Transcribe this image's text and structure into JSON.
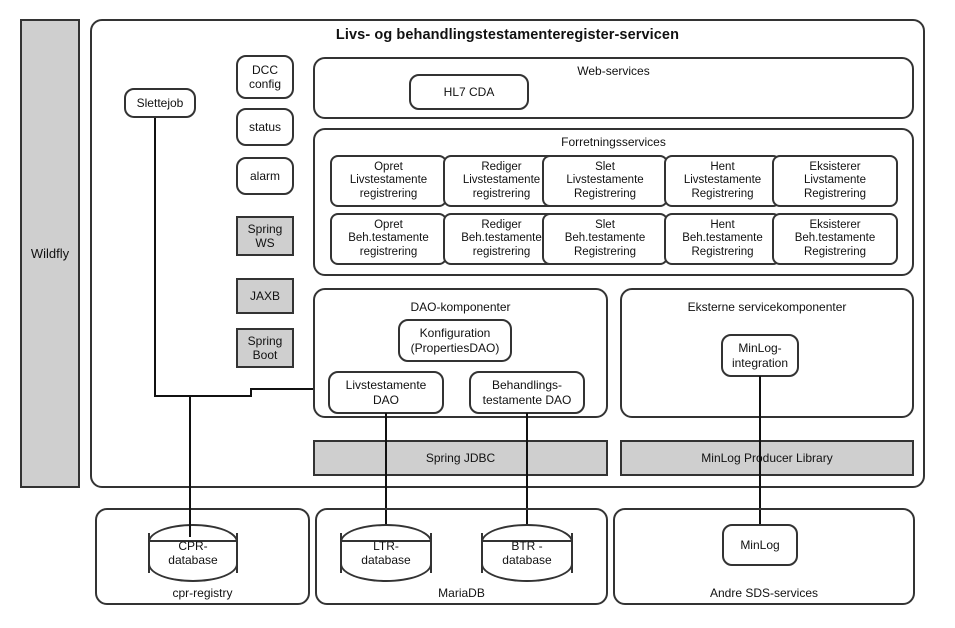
{
  "diagram": {
    "title": "Livs- og behandlingstestamenteregister-servicen",
    "platform_label": "Wildfly"
  },
  "sidecomponents": [
    {
      "label": "Slettejob",
      "style": "white"
    },
    {
      "label": "DCC\nconfig",
      "style": "white"
    },
    {
      "label": "status",
      "style": "white"
    },
    {
      "label": "alarm",
      "style": "white"
    },
    {
      "label": "Spring\nWS",
      "style": "grey"
    },
    {
      "label": "JAXB",
      "style": "grey"
    },
    {
      "label": "Spring\nBoot",
      "style": "grey"
    }
  ],
  "webservices": {
    "group_title": "Web-services",
    "items": [
      {
        "label": "HL7 CDA"
      }
    ]
  },
  "forretningsservices": {
    "group_title": "Forretningsservices",
    "row1": [
      {
        "label": "Opret\nLivstestamente\nregistrering"
      },
      {
        "label": "Rediger\nLivstestamente\nregistrering"
      },
      {
        "label": "Slet\nLivstestamente\nRegistrering"
      },
      {
        "label": "Hent\nLivstestamente\nRegistrering"
      },
      {
        "label": "Eksisterer\nLivstamente\nRegistrering"
      }
    ],
    "row2": [
      {
        "label": "Opret\nBeh.testamente\nregistrering"
      },
      {
        "label": "Rediger\nBeh.testamente\nregistrering"
      },
      {
        "label": "Slet\nBeh.testamente\nRegistrering"
      },
      {
        "label": "Hent\nBeh.testamente\nRegistrering"
      },
      {
        "label": "Eksisterer\nBeh.testamente\nRegistrering"
      }
    ]
  },
  "dao": {
    "group_title": "DAO-komponenter",
    "items": [
      {
        "label": "Konfiguration\n(PropertiesDAO)"
      },
      {
        "label": "Livstestamente\nDAO"
      },
      {
        "label": "Behandlings-\ntestamente DAO"
      }
    ]
  },
  "external": {
    "group_title": "Eksterne servicekomponenter",
    "items": [
      {
        "label": "MinLog-\nintegration"
      }
    ]
  },
  "libraries": [
    {
      "label": "Spring JDBC"
    },
    {
      "label": "MinLog Producer Library"
    }
  ],
  "datastores": [
    {
      "group_title": "cpr-registry",
      "nodes": [
        {
          "label": "CPR-\ndatabase",
          "shape": "cylinder"
        }
      ]
    },
    {
      "group_title": "MariaDB",
      "nodes": [
        {
          "label": "LTR-\ndatabase",
          "shape": "cylinder"
        },
        {
          "label": "BTR -\ndatabase",
          "shape": "cylinder"
        }
      ]
    },
    {
      "group_title": "Andre SDS-services",
      "nodes": [
        {
          "label": "MinLog",
          "shape": "rounded-box"
        }
      ]
    }
  ],
  "colors": {
    "stroke": "#333333",
    "fill_white": "#ffffff",
    "fill_grey": "#cfcfcf",
    "background": "#ffffff"
  }
}
